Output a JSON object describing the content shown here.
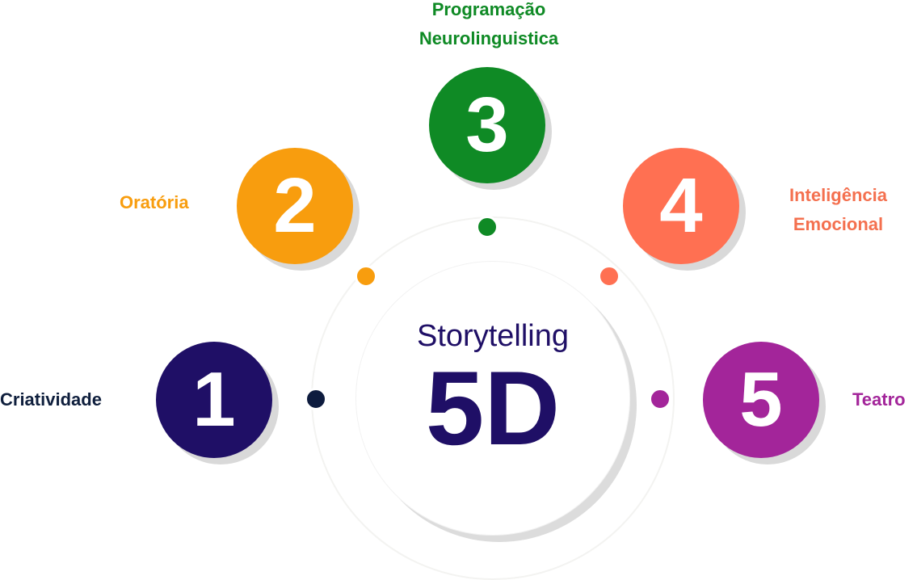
{
  "center": {
    "subtitle": "Storytelling",
    "title": "5D",
    "color": "#1f0f66"
  },
  "items": [
    {
      "number": "1",
      "label": "Criatividade",
      "color": "#1f0f66",
      "label_color": "#0f1f3d",
      "dot_color": "#0d1b3e"
    },
    {
      "number": "2",
      "label": "Oratória",
      "color": "#f89d0e",
      "label_color": "#f89d0e",
      "dot_color": "#f89d0e"
    },
    {
      "number": "3",
      "label": "Programação Neurolinguistica",
      "color": "#0f8a25",
      "label_color": "#0f8a25",
      "dot_color": "#0f8a25"
    },
    {
      "number": "4",
      "label": "Inteligência Emocional",
      "color": "#ff7052",
      "label_color": "#f4704f",
      "dot_color": "#ff7052"
    },
    {
      "number": "5",
      "label": "Teatro",
      "color": "#a3259a",
      "label_color": "#a3259a",
      "dot_color": "#a3259a"
    }
  ]
}
